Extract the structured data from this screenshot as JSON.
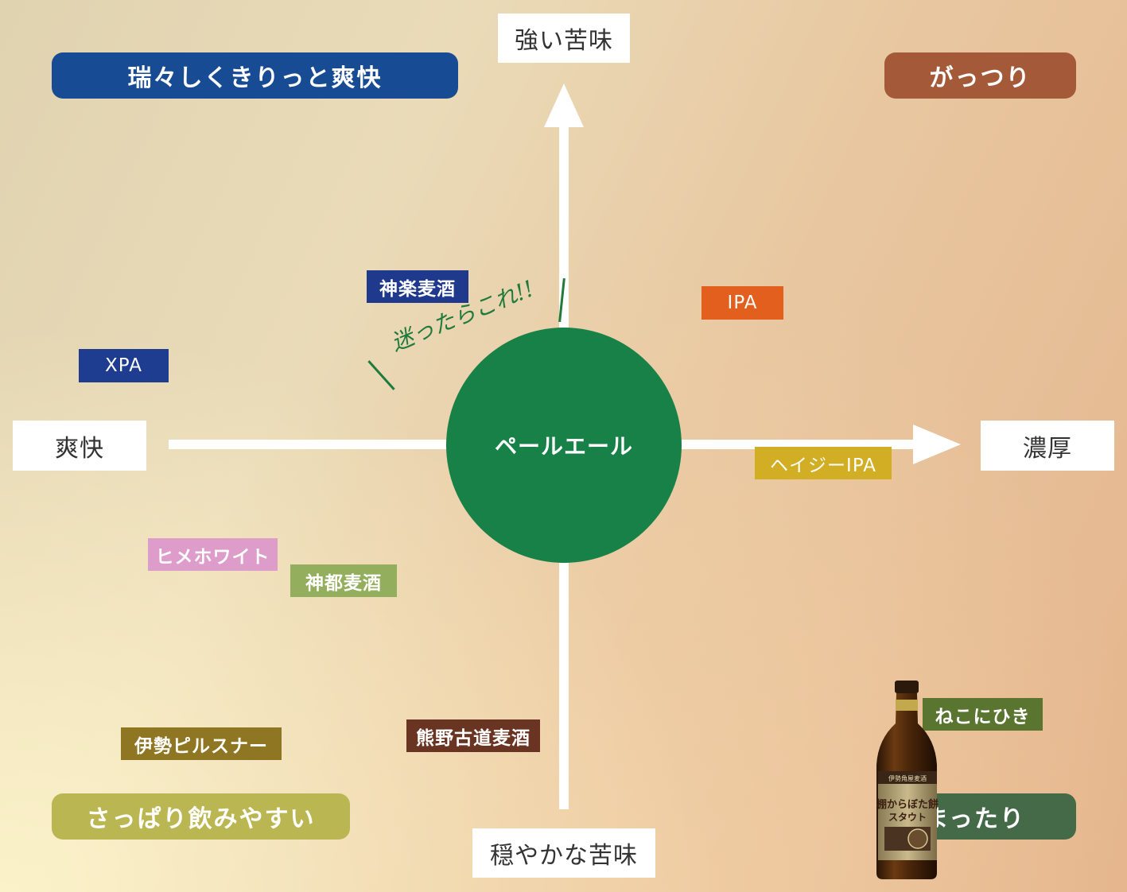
{
  "axes": {
    "top": "強い苦味",
    "bottom": "穏やかな苦味",
    "left": "爽快",
    "right": "濃厚"
  },
  "quadrants": {
    "top_left": {
      "label": "瑞々しくきりっと爽快",
      "color": "#174b93"
    },
    "top_right": {
      "label": "がっつり",
      "color": "#a45a38"
    },
    "bottom_left": {
      "label": "さっぱり飲みやすい",
      "color": "#bab752"
    },
    "bottom_right": {
      "label": "まったり",
      "color": "#446a48"
    }
  },
  "center": {
    "label": "ペールエール",
    "color": "#188147"
  },
  "note": "迷ったらこれ!!",
  "products": [
    {
      "name": "神楽麦酒",
      "color": "#1f3a8c"
    },
    {
      "name": "IPA",
      "color": "#e35f1e"
    },
    {
      "name": "XPA",
      "color": "#1e3d91"
    },
    {
      "name": "ヘイジーIPA",
      "color": "#d2ae25"
    },
    {
      "name": "ヒメホワイト",
      "color": "#dd9cc9"
    },
    {
      "name": "神都麦酒",
      "color": "#93ae5c"
    },
    {
      "name": "伊勢ピルスナー",
      "color": "#8f7623"
    },
    {
      "name": "熊野古道麦酒",
      "color": "#6a3423"
    },
    {
      "name": "ねこにひき",
      "color": "#5a7530"
    }
  ],
  "bottle": {
    "brand": "伊勢角屋麦酒",
    "name_line1": "棚からぼた餅",
    "name_line2": "スタウト"
  }
}
